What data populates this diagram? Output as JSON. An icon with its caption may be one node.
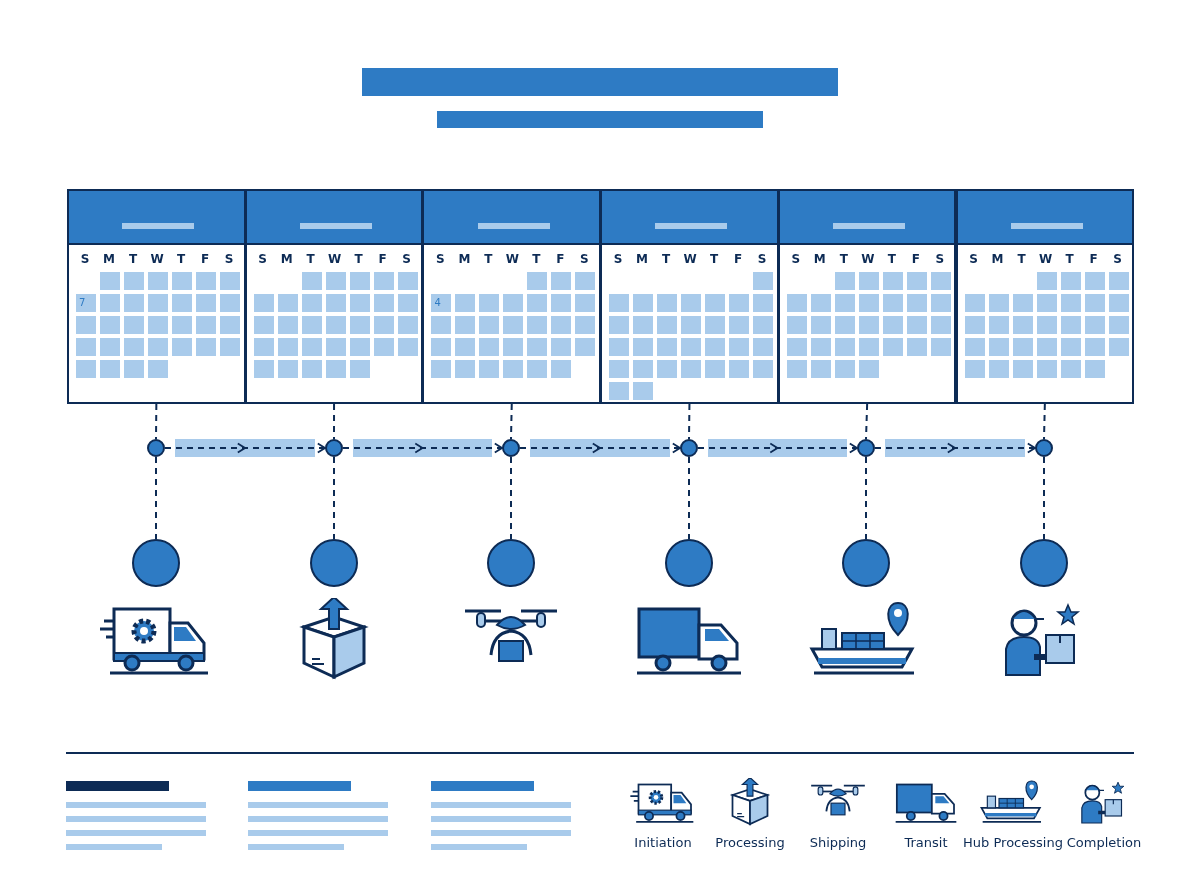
{
  "diagram": {
    "nodes": [
      {
        "text": [
          "S",
          "M",
          "T",
          "W",
          "T",
          "F",
          "S",
          "7"
        ]
      },
      {
        "text": [
          "S",
          "M",
          "T",
          "W",
          "T",
          "F",
          "S"
        ]
      },
      {
        "text": [
          "S",
          "M",
          "T",
          "W",
          "T",
          "F",
          "S",
          "4"
        ]
      },
      {
        "text": [
          "S",
          "M",
          "T",
          "W",
          "T",
          "F",
          "S"
        ]
      },
      {
        "text": [
          "S",
          "M",
          "T",
          "W",
          "T",
          "F",
          "S"
        ]
      },
      {
        "text": [
          "S",
          "M",
          "T",
          "W",
          "T",
          "F",
          "S"
        ]
      },
      {
        "text": [],
        "shape": "circle"
      },
      {
        "text": [],
        "shape": "circle"
      },
      {
        "text": [],
        "shape": "circle"
      },
      {
        "text": [],
        "shape": "circle"
      },
      {
        "text": [],
        "shape": "circle"
      },
      {
        "text": [],
        "shape": "circle"
      },
      {
        "text": [],
        "shape": "circle"
      },
      {
        "text": [],
        "shape": "circle"
      },
      {
        "text": [],
        "shape": "circle"
      },
      {
        "text": [],
        "shape": "circle"
      },
      {
        "text": [],
        "shape": "circle"
      },
      {
        "text": [],
        "shape": "circle"
      }
    ],
    "edges": [
      {
        "from": 0,
        "to": 6,
        "arrow": "none",
        "style": "dashed"
      },
      {
        "from": 1,
        "to": 7,
        "arrow": "none",
        "style": "dashed"
      },
      {
        "from": 2,
        "to": 8,
        "arrow": "none",
        "style": "dashed"
      },
      {
        "from": 3,
        "to": 9,
        "arrow": "none",
        "style": "dashed"
      },
      {
        "from": 4,
        "to": 10,
        "arrow": "none",
        "style": "dashed"
      },
      {
        "from": 5,
        "to": 11,
        "arrow": "none",
        "style": "dashed"
      },
      {
        "from": 6,
        "to": 7,
        "arrow": "to",
        "style": "dashed"
      },
      {
        "from": 7,
        "to": 8,
        "arrow": "to",
        "style": "dashed"
      },
      {
        "from": 8,
        "to": 9,
        "arrow": "to",
        "style": "dashed"
      },
      {
        "from": 9,
        "to": 10,
        "arrow": "to",
        "style": "dashed"
      },
      {
        "from": 10,
        "to": 11,
        "arrow": "to",
        "style": "dashed"
      },
      {
        "from": 6,
        "to": 12,
        "arrow": "none",
        "style": "dashed"
      },
      {
        "from": 7,
        "to": 13,
        "arrow": "none",
        "style": "dashed"
      },
      {
        "from": 8,
        "to": 14,
        "arrow": "none",
        "style": "dashed"
      },
      {
        "from": 9,
        "to": 15,
        "arrow": "none",
        "style": "dashed"
      },
      {
        "from": 10,
        "to": 16,
        "arrow": "none",
        "style": "dashed"
      },
      {
        "from": 11,
        "to": 17,
        "arrow": "none",
        "style": "dashed"
      }
    ],
    "legend": [
      {
        "text": "Initiation"
      },
      {
        "text": "Processing"
      },
      {
        "text": "Shipping"
      },
      {
        "text": "Transit"
      },
      {
        "text": "Hub Processing"
      },
      {
        "text": "Completion"
      }
    ]
  }
}
